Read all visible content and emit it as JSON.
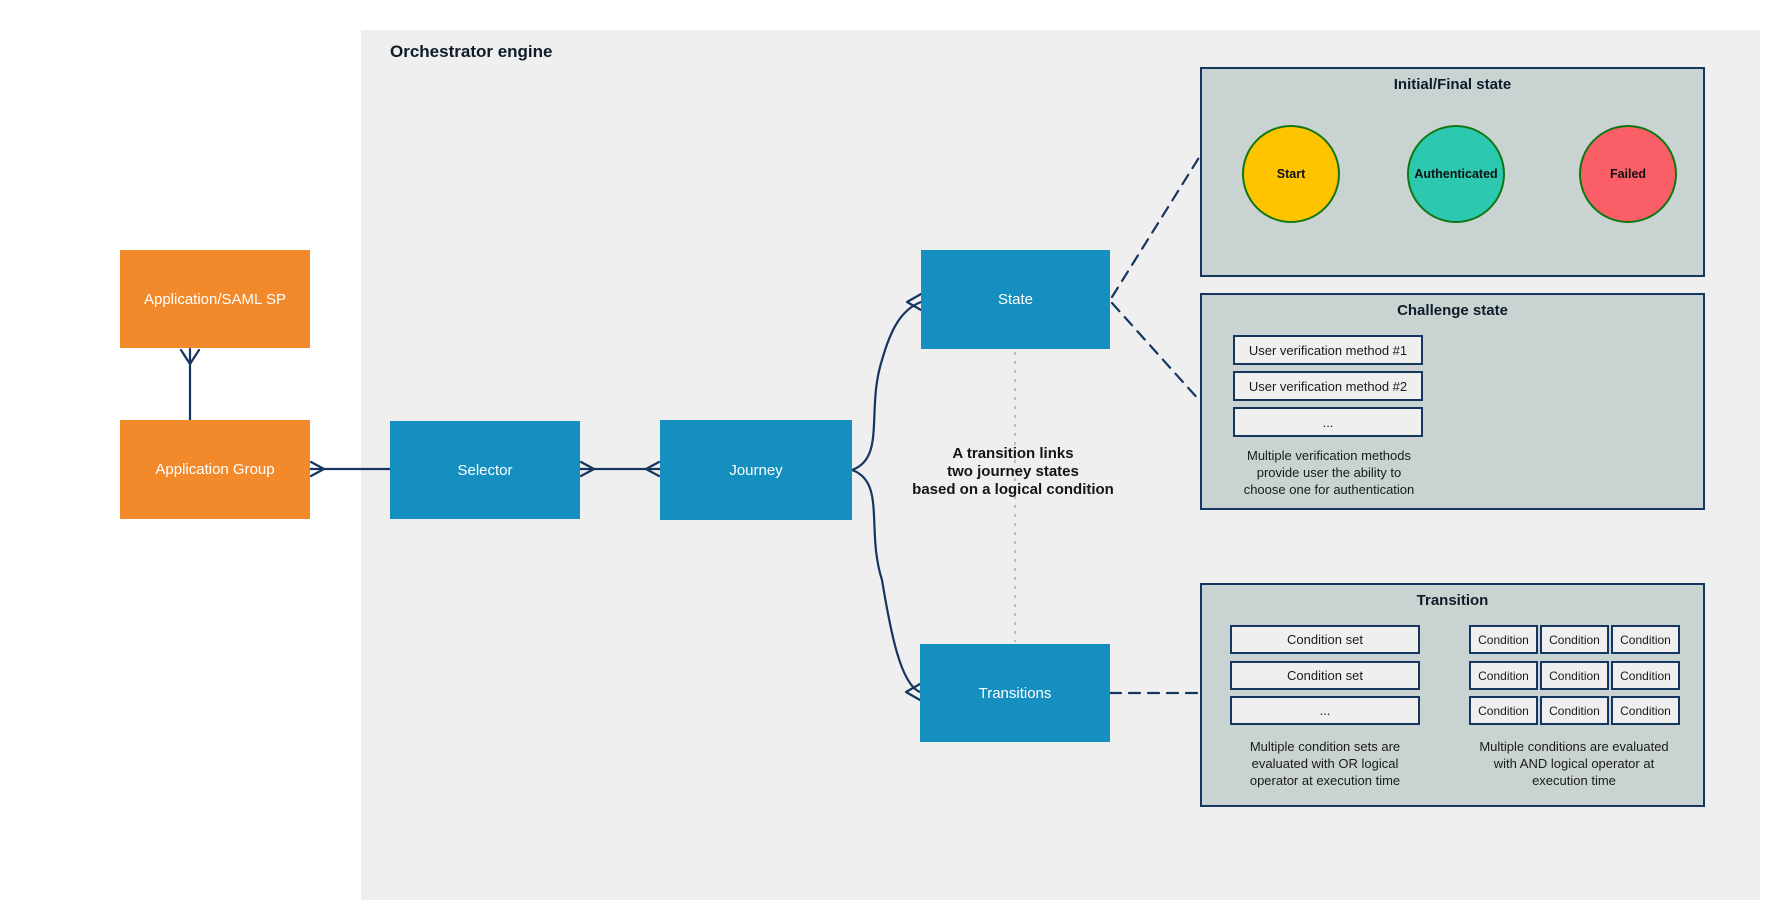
{
  "title": "Orchestrator engine",
  "colors": {
    "navy": "#14365F",
    "node_blue": "#148FC0",
    "node_orange": "#F28A2B",
    "canvas_bg": "#EFEFEF",
    "panel_bg": "#C9D4D2",
    "circle_border_green": "#117711",
    "start_yellow": "#FFC400",
    "authenticated_teal": "#2CC9B0",
    "failed_red": "#FA5F68",
    "dashed_gray": "#BDBDBD"
  },
  "nodes": {
    "application_saml_sp": "Application/SAML SP",
    "application_group": "Application Group",
    "selector": "Selector",
    "journey": "Journey",
    "state": "State",
    "transitions": "Transitions"
  },
  "annotation": "A transition links\ntwo journey states\nbased on a logical condition",
  "panels": {
    "initial_final": {
      "title": "Initial/Final state",
      "states": [
        {
          "label": "Start",
          "color": "#FFC400"
        },
        {
          "label": "Authenticated",
          "color": "#2CC9B0"
        },
        {
          "label": "Failed",
          "color": "#FA5F68"
        }
      ]
    },
    "challenge": {
      "title": "Challenge state",
      "methods": [
        "User verification method #1",
        "User verification method #2",
        "..."
      ],
      "caption": "Multiple verification methods\nprovide user the ability to\nchoose one for authentication"
    },
    "transition": {
      "title": "Transition",
      "condition_sets": [
        "Condition set",
        "Condition set",
        "..."
      ],
      "condition_sets_caption": "Multiple condition sets are\nevaluated with OR logical\noperator at execution time",
      "conditions": [
        [
          "Condition",
          "Condition",
          "Condition"
        ],
        [
          "Condition",
          "Condition",
          "Condition"
        ],
        [
          "Condition",
          "Condition",
          "Condition"
        ]
      ],
      "conditions_caption": "Multiple conditions are evaluated\nwith AND logical operator at\nexecution time"
    }
  }
}
